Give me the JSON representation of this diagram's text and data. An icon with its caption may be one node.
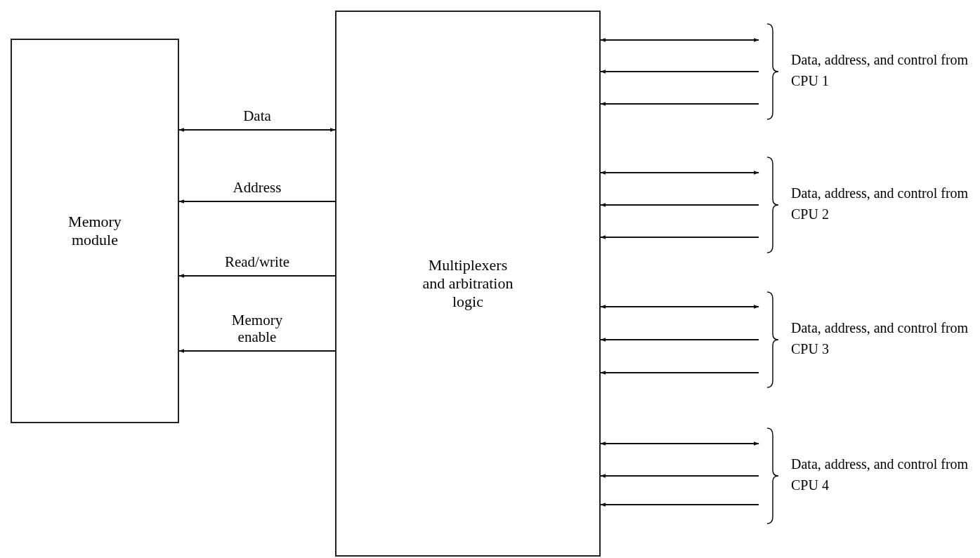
{
  "diagram": {
    "nodes": [
      {
        "text": [
          "Memory module"
        ]
      },
      {
        "text": [
          "Multiplexers and arbitration logic"
        ]
      }
    ],
    "edges": [
      {
        "from": 0,
        "to": 1,
        "arrow": "both",
        "label": "Data"
      },
      {
        "from": 1,
        "to": 0,
        "arrow": "to",
        "label": "Address"
      },
      {
        "from": 1,
        "to": 0,
        "arrow": "to",
        "label": "Read/write"
      },
      {
        "from": 1,
        "to": 0,
        "arrow": "to",
        "label": "Memory enable"
      },
      {
        "from": 1,
        "to": null,
        "arrow": "both"
      },
      {
        "from": null,
        "to": 1,
        "arrow": "to"
      },
      {
        "from": null,
        "to": 1,
        "arrow": "to"
      },
      {
        "from": 1,
        "to": null,
        "arrow": "both"
      },
      {
        "from": null,
        "to": 1,
        "arrow": "to"
      },
      {
        "from": null,
        "to": 1,
        "arrow": "to"
      },
      {
        "from": 1,
        "to": null,
        "arrow": "both"
      },
      {
        "from": null,
        "to": 1,
        "arrow": "to"
      },
      {
        "from": null,
        "to": 1,
        "arrow": "to"
      },
      {
        "from": 1,
        "to": null,
        "arrow": "both"
      },
      {
        "from": null,
        "to": 1,
        "arrow": "to"
      },
      {
        "from": null,
        "to": 1,
        "arrow": "to"
      }
    ],
    "labels": [
      "Data, address, and control from CPU 1",
      "Data, address, and control from CPU 2",
      "Data, address, and control from CPU 3",
      "Data, address, and control from CPU 4"
    ]
  }
}
